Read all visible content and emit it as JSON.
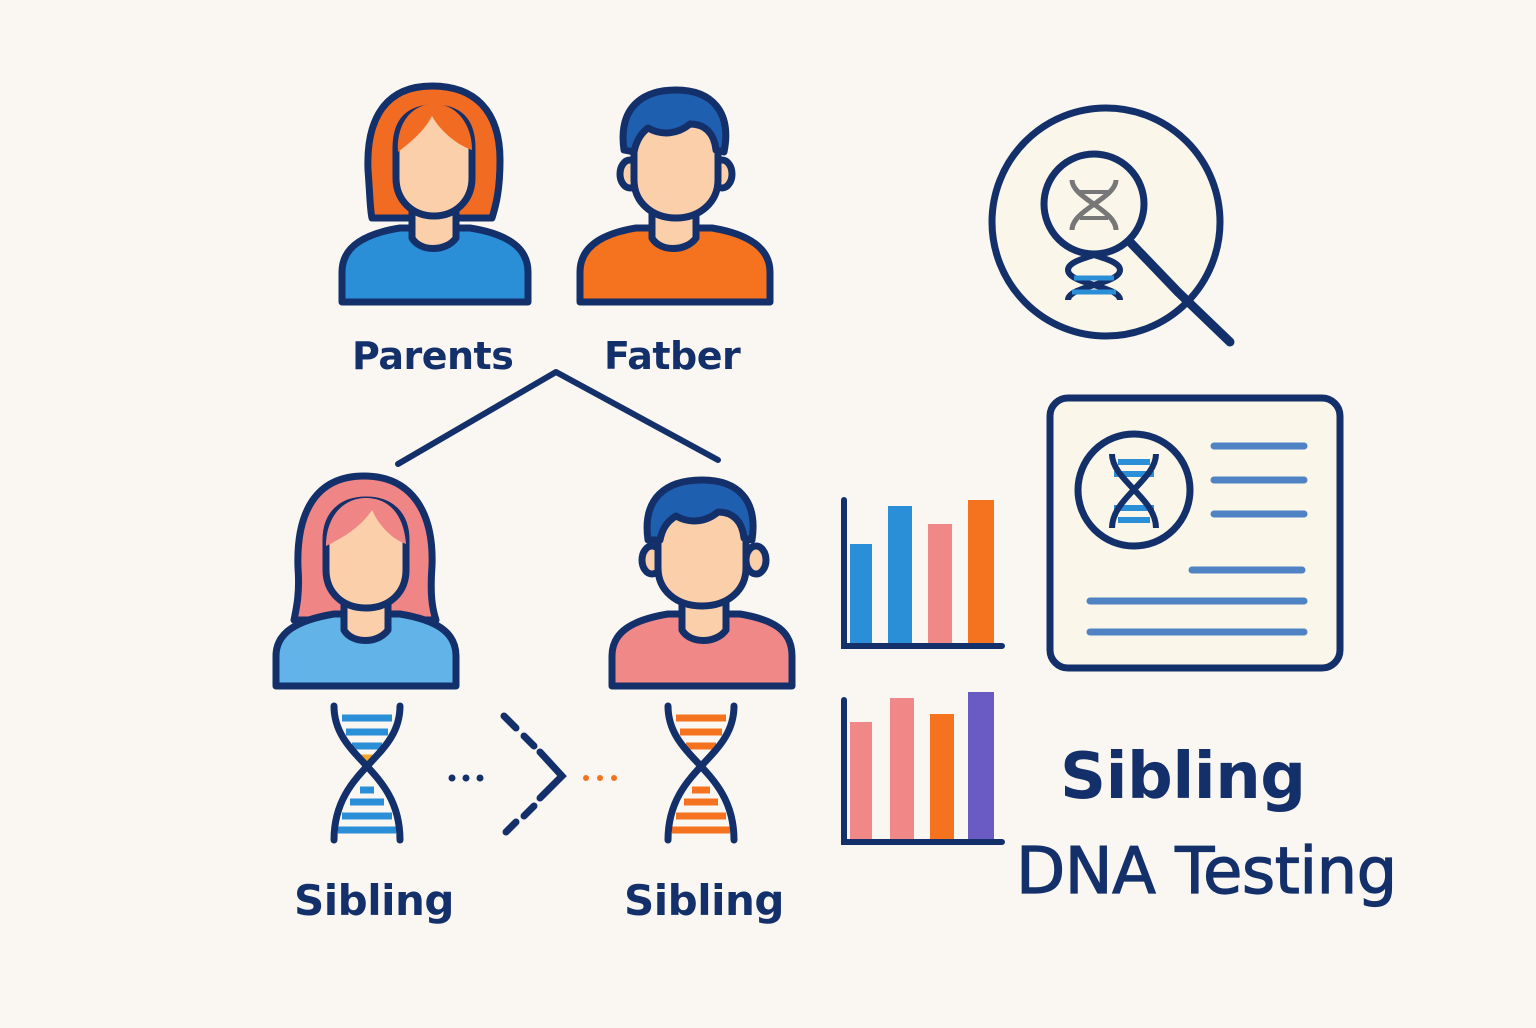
{
  "labels": {
    "mother": "Parents",
    "father": "Fatber",
    "sibling_left": "Sibling",
    "sibling_right": "Sibling"
  },
  "title": {
    "line1": "Sibling",
    "line2": "DNA Testing"
  },
  "colors": {
    "outline": "#14306b",
    "blue": "#2b8fd8",
    "light_blue": "#62b3e8",
    "orange": "#f5731e",
    "pink": "#f08888",
    "purple": "#6a5bc4",
    "skin": "#fbcfaa",
    "background": "#faf7f2"
  }
}
